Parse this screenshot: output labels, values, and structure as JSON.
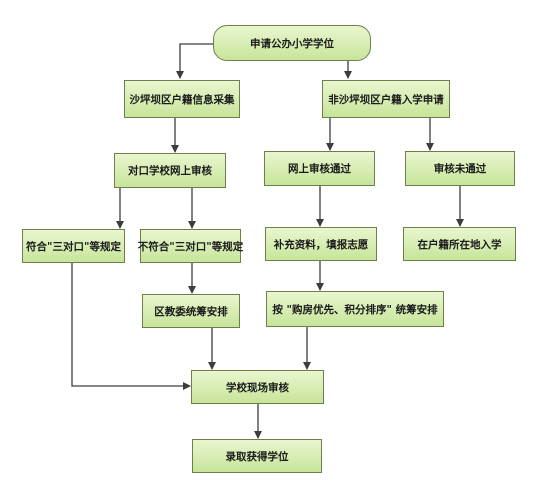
{
  "flow": {
    "start": "申请公办小学学位",
    "local_collect": "沙坪坝区户籍信息采集",
    "nonlocal_apply": "非沙坪坝区户籍入学申请",
    "school_online_review": "对口学校网上审核",
    "online_pass": "网上审核通过",
    "review_fail": "审核未通过",
    "meets_rule": "符合\"三对口\"等规定",
    "not_meets_rule": "不符合\"三对口\"等规定",
    "supplement": "补充资料，填报志愿",
    "enroll_hukou": "在户籍所在地入学",
    "district_arrange": "区教委统筹安排",
    "priority_arrange": "按 \"购房优先、积分排序\" 统筹安排",
    "site_review": "学校现场审核",
    "admitted": "录取获得学位"
  }
}
